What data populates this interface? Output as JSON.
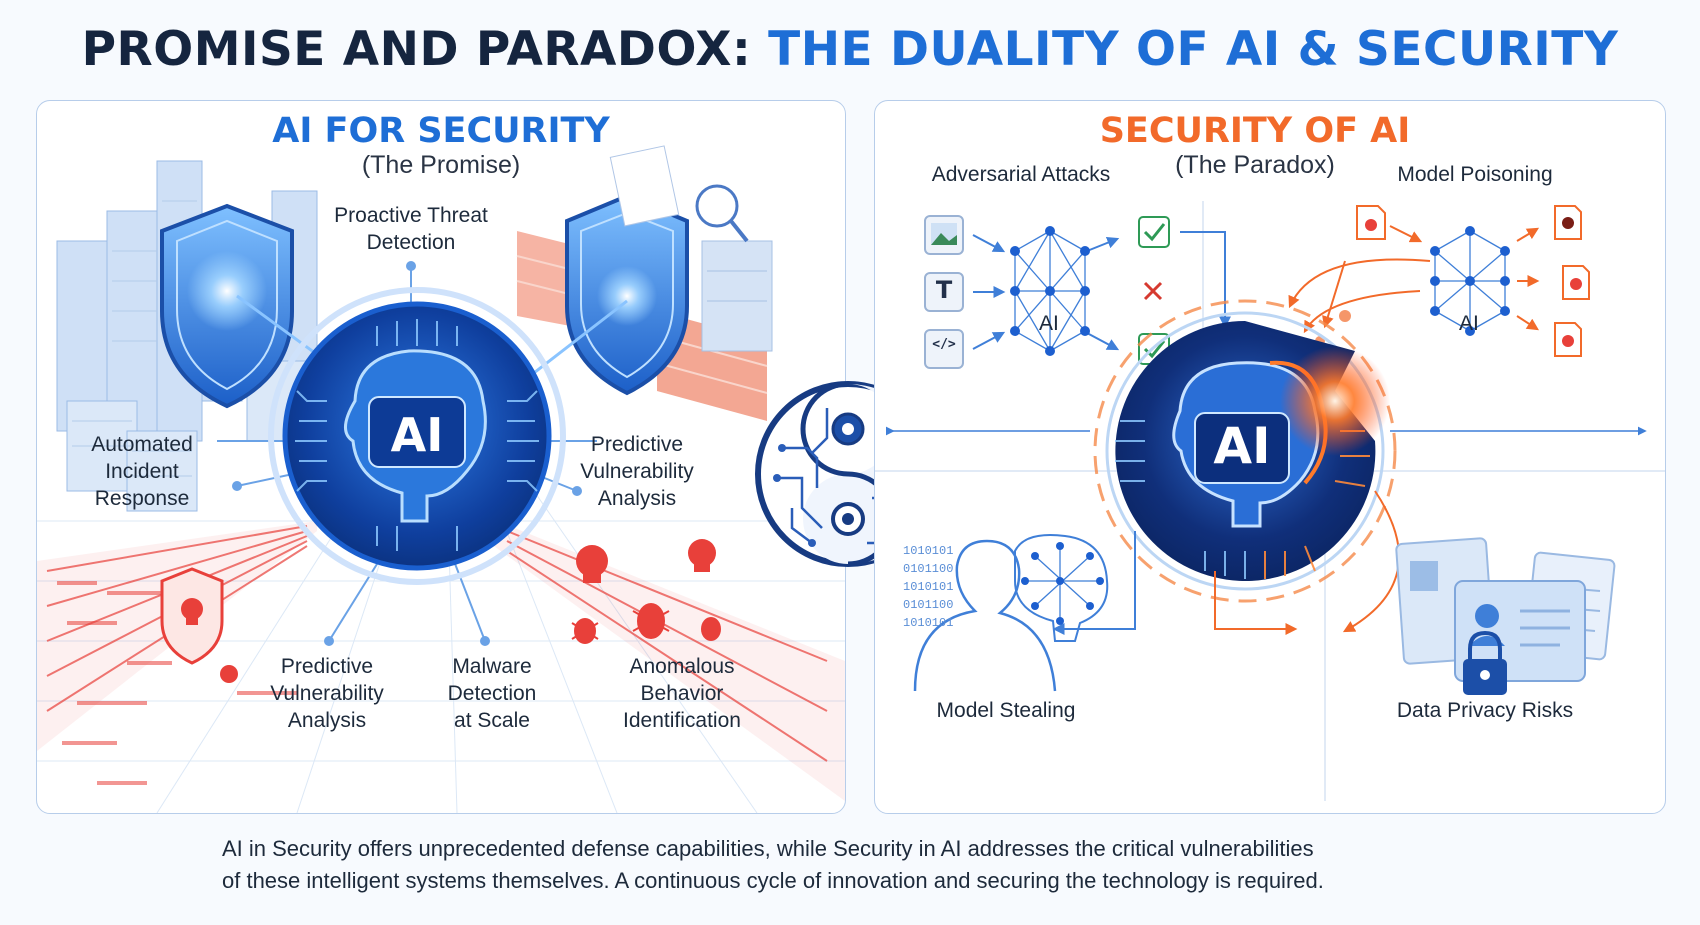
{
  "title": {
    "part1": "PROMISE AND PARADOX:",
    "part2": "THE DUALITY OF AI & SECURITY"
  },
  "left_panel": {
    "heading": "AI FOR SECURITY",
    "subheading": "(The Promise)",
    "center_label": "AI",
    "labels": {
      "proactive": [
        "Proactive Threat",
        "Detection"
      ],
      "automated": [
        "Automated",
        "Incident",
        "Response"
      ],
      "predictive_right": [
        "Predictive",
        "Vulnerability",
        "Analysis"
      ],
      "predictive_bottom": [
        "Predictive",
        "Vulnerability",
        "Analysis"
      ],
      "malware": [
        "Malware",
        "Detection",
        "at Scale"
      ],
      "anomalous": [
        "Anomalous",
        "Behavior",
        "Identification"
      ]
    },
    "accent": "#1e6ed6",
    "threat_color": "#e8403a"
  },
  "right_panel": {
    "heading": "SECURITY OF AI",
    "subheading": "(The Paradox)",
    "center_label": "AI",
    "adversarial": {
      "label": "Adversarial Attacks",
      "input_icons": [
        "image-icon",
        "text-icon",
        "code-icon"
      ],
      "text_glyph": "T",
      "code_glyph": "</>",
      "network_label": "AI",
      "outputs": [
        "check",
        "cross",
        "check"
      ]
    },
    "poisoning": {
      "label": "Model Poisoning",
      "network_label": "AI"
    },
    "stealing": {
      "label": "Model Stealing",
      "binary": [
        "1010101",
        "0101100",
        "1010101",
        "0101100",
        "1010101"
      ]
    },
    "privacy": {
      "label": "Data Privacy Risks"
    },
    "accent": "#f26a2a"
  },
  "caption": {
    "line1": "AI in Security offers unprecedented defense capabilities, while Security in AI addresses the critical vulnerabilities",
    "line2": "of these intelligent systems themselves. A continuous cycle of innovation and securing the technology is required."
  }
}
